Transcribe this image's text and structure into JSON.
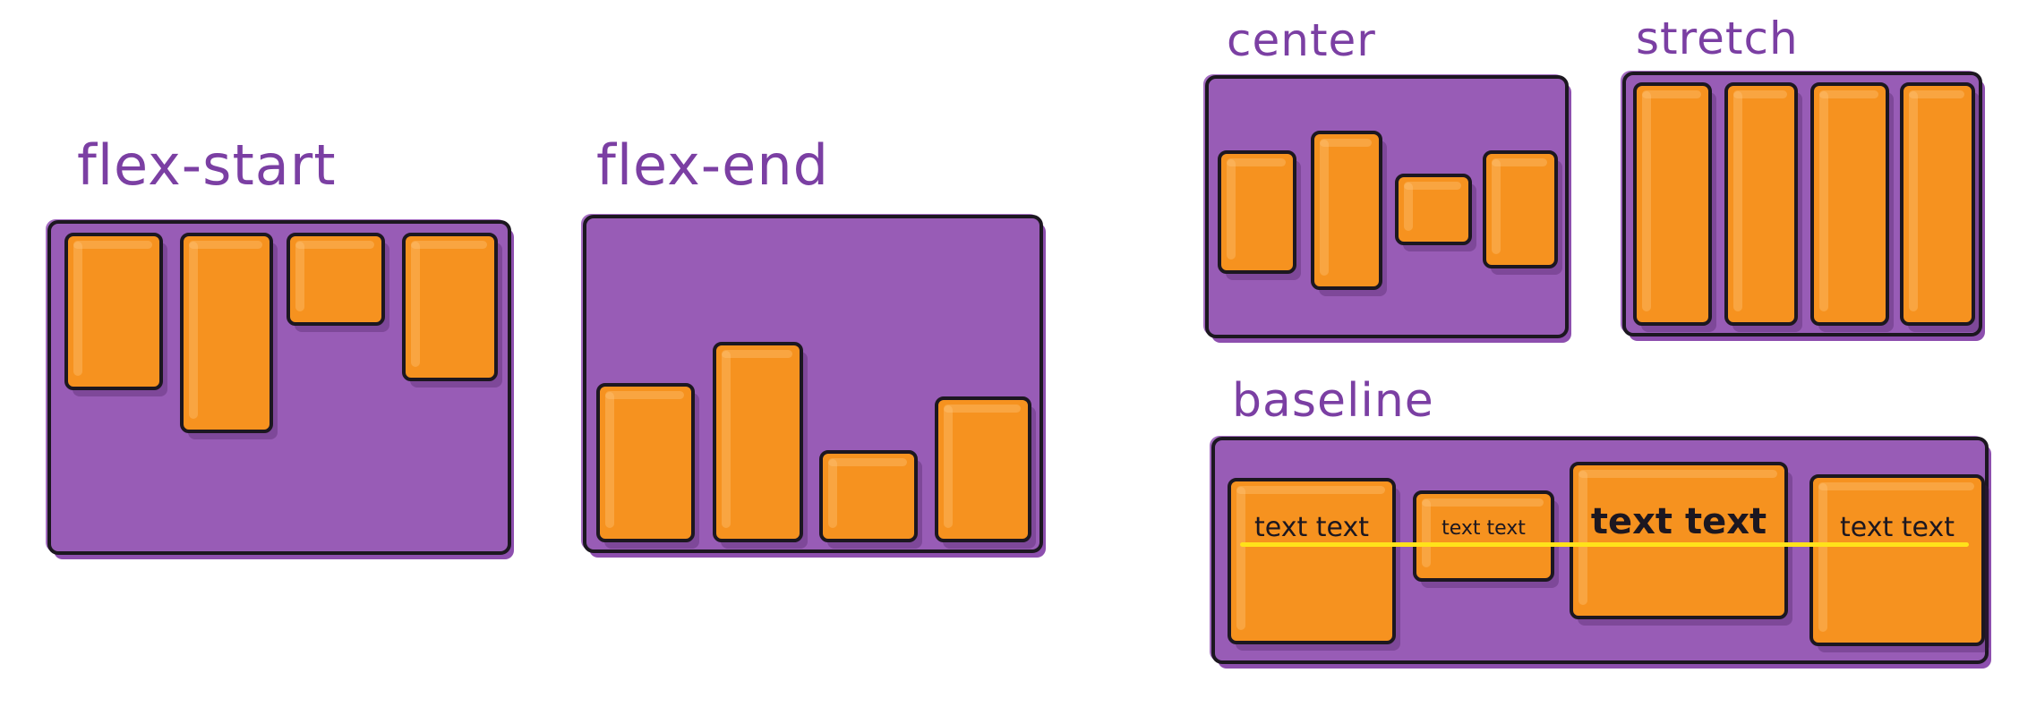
{
  "panels": {
    "flex_start": {
      "label": "flex-start"
    },
    "flex_end": {
      "label": "flex-end"
    },
    "center": {
      "label": "center"
    },
    "stretch": {
      "label": "stretch"
    },
    "baseline": {
      "label": "baseline",
      "items": [
        {
          "text": "text text"
        },
        {
          "text": "text text"
        },
        {
          "text": "text text"
        },
        {
          "text": "text text"
        }
      ]
    }
  },
  "colors": {
    "container": "#985cb6",
    "item": "#f6921f",
    "label": "#7b3fa3",
    "outline": "#1c1720",
    "baseline_line": "#ffe21a"
  }
}
